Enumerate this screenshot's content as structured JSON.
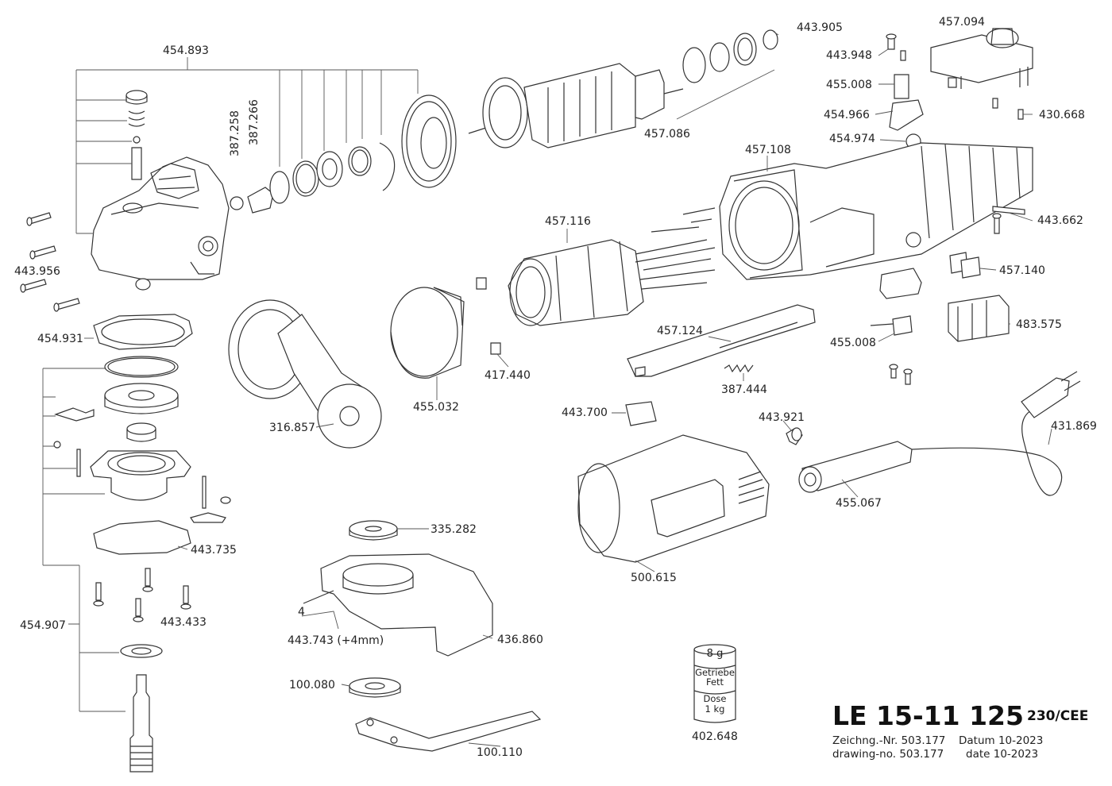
{
  "title": "LE 15-11 125",
  "variant": "230/CEE",
  "drawing": {
    "zeichnung": "Zeichng.-Nr. 503.177",
    "datum": "Datum 10-2023",
    "drawing_no": "drawing-no. 503.177",
    "date": "date  10-2023"
  },
  "grease": {
    "amount": "8 g",
    "type_line1": "Getriebe",
    "type_line2": "Fett",
    "container_line1": "Dose",
    "container_line2": "1 kg"
  },
  "parts": {
    "p454893": "454.893",
    "p387258": "387.258",
    "p387266": "387.266",
    "p443905": "443.905",
    "p457094": "457.094",
    "p443948": "443.948",
    "p455008a": "455.008",
    "p454966": "454.966",
    "p430668": "430.668",
    "p457086": "457.086",
    "p454974": "454.974",
    "p457108": "457.108",
    "p443662": "443.662",
    "p457116": "457.116",
    "p457140": "457.140",
    "p443956": "443.956",
    "p454931": "454.931",
    "p483575": "483.575",
    "p457124": "457.124",
    "p455008b": "455.008",
    "p417440": "417.440",
    "p455032": "455.032",
    "p387444": "387.444",
    "p443700": "443.700",
    "p443921": "443.921",
    "p316857": "316.857",
    "p431869": "431.869",
    "p455067": "455.067",
    "p335282": "335.282",
    "p443735": "443.735",
    "p500615": "500.615",
    "p4": "4",
    "p443433": "443.433",
    "p454907": "454.907",
    "p443743": "443.743 (+4mm)",
    "p436860": "436.860",
    "p100080": "100.080",
    "p402648": "402.648",
    "p100110": "100.110"
  }
}
